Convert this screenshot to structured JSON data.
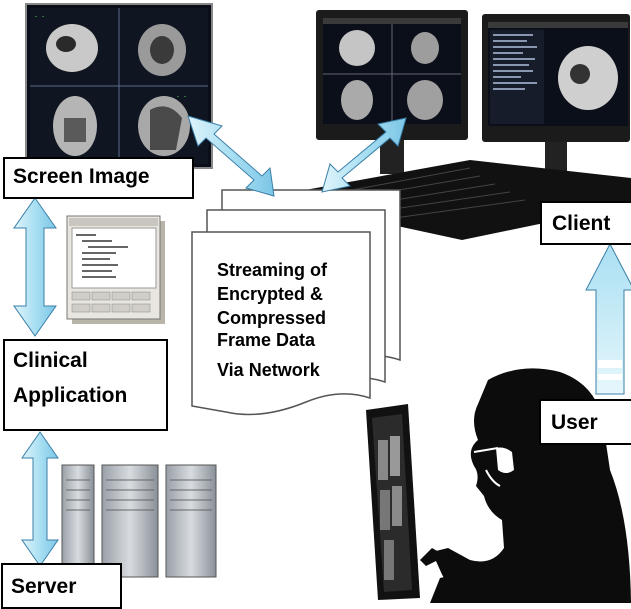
{
  "labels": {
    "screen_image": "Screen Image",
    "clinical_line1": "Clinical",
    "clinical_line2": "Application",
    "server": "Server",
    "client": "Client",
    "user": "User"
  },
  "stream": {
    "line1": "Streaming of",
    "line2": "Encrypted &",
    "line3": "Compressed",
    "line4": "Frame Data",
    "line5": "Via Network"
  },
  "colors": {
    "arrow_fill": "#a9dff2",
    "arrow_fill_light": "#dff4fb",
    "arrow_stroke": "#3a7fa8",
    "monitor_dark": "#1b1b1b",
    "screen_bg": "#0b0f1a"
  }
}
